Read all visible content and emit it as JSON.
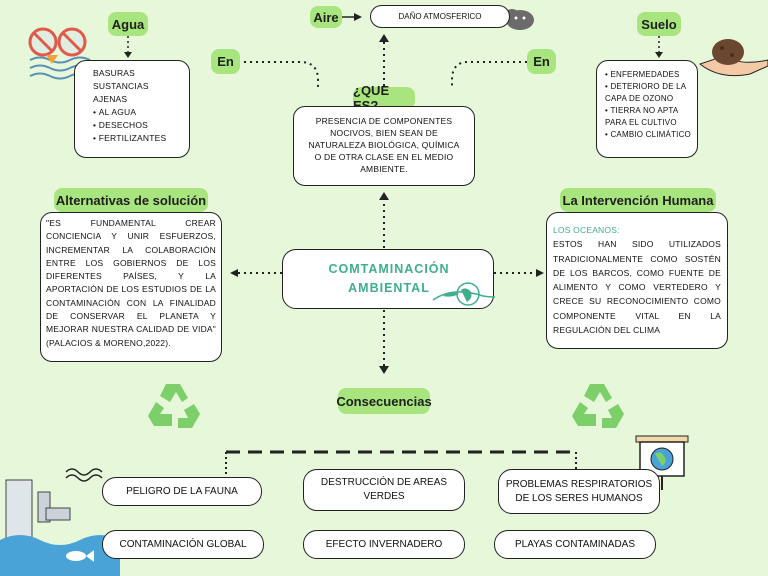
{
  "center": {
    "line1": "COMTAMINACIÓN",
    "line2": "AMBIENTAL"
  },
  "que_es": {
    "label": "¿QUE ES?",
    "text": "PRESENCIA DE COMPONENTES NOCIVOS, BIEN SEAN DE NATURALEZA BIOLÓGICA, QUÍMICA O DE OTRA CLASE EN EL MEDIO AMBIENTE."
  },
  "aire": {
    "label": "Aire",
    "text": "DAÑO ATMOSFERICO"
  },
  "en_left": "En",
  "en_right": "En",
  "agua": {
    "label": "Agua",
    "items": [
      "BASURAS",
      "SUSTANCIAS AJENAS",
      "AL AGUA",
      "DESECHOS",
      "FERTILIZANTES"
    ]
  },
  "suelo": {
    "label": "Suelo",
    "items": [
      "ENFERMEDADES",
      "DETERIORO DE LA CAPA DE OZONO",
      "TIERRA NO APTA PARA EL CULTIVO",
      "CAMBIO CLIMÁTICO"
    ]
  },
  "alternativas": {
    "label": "Alternativas de solución",
    "text": "\"ES FUNDAMENTAL CREAR CONCIENCIA Y UNIR ESFUERZOS, INCREMENTAR LA COLABORACIÓN ENTRE LOS GOBIERNOS DE LOS DIFERENTES PAÍSES, Y LA APORTACIÓN DE LOS ESTUDIOS DE LA CONTAMINACIÓN CON LA FINALIDAD DE CONSERVAR EL PLANETA Y MEJORAR NUESTRA CALIDAD DE VIDA\" (PALACIOS & MORENO,2022)."
  },
  "intervencion": {
    "label": "La  Intervención Humana",
    "subtitle": "LOS OCEANOS:",
    "text": "ESTOS HAN SIDO UTILIZADOS TRADICIONALMENTE COMO SOSTÉN DE LOS BARCOS, COMO FUENTE DE ALIMENTO Y COMO VERTEDERO Y CRECE SU RECONOCIMIENTO COMO COMPONENTE VITAL EN LA REGULACIÓN DEL CLIMA"
  },
  "consecuencias": {
    "label": "Consecuencias",
    "items": [
      "PELIGRO DE LA FAUNA",
      "DESTRUCCIÓN DE AREAS VERDES",
      "PROBLEMAS RESPIRATORIOS DE LOS SERES HUMANOS",
      "CONTAMINACIÓN GLOBAL",
      "EFECTO INVERNADERO",
      "PLAYAS CONTAMINADAS"
    ]
  },
  "colors": {
    "background": "#e6f7da",
    "tag_green": "#a8e57e",
    "center_text": "#3fae8f",
    "recycle": "#7dcf6a"
  }
}
